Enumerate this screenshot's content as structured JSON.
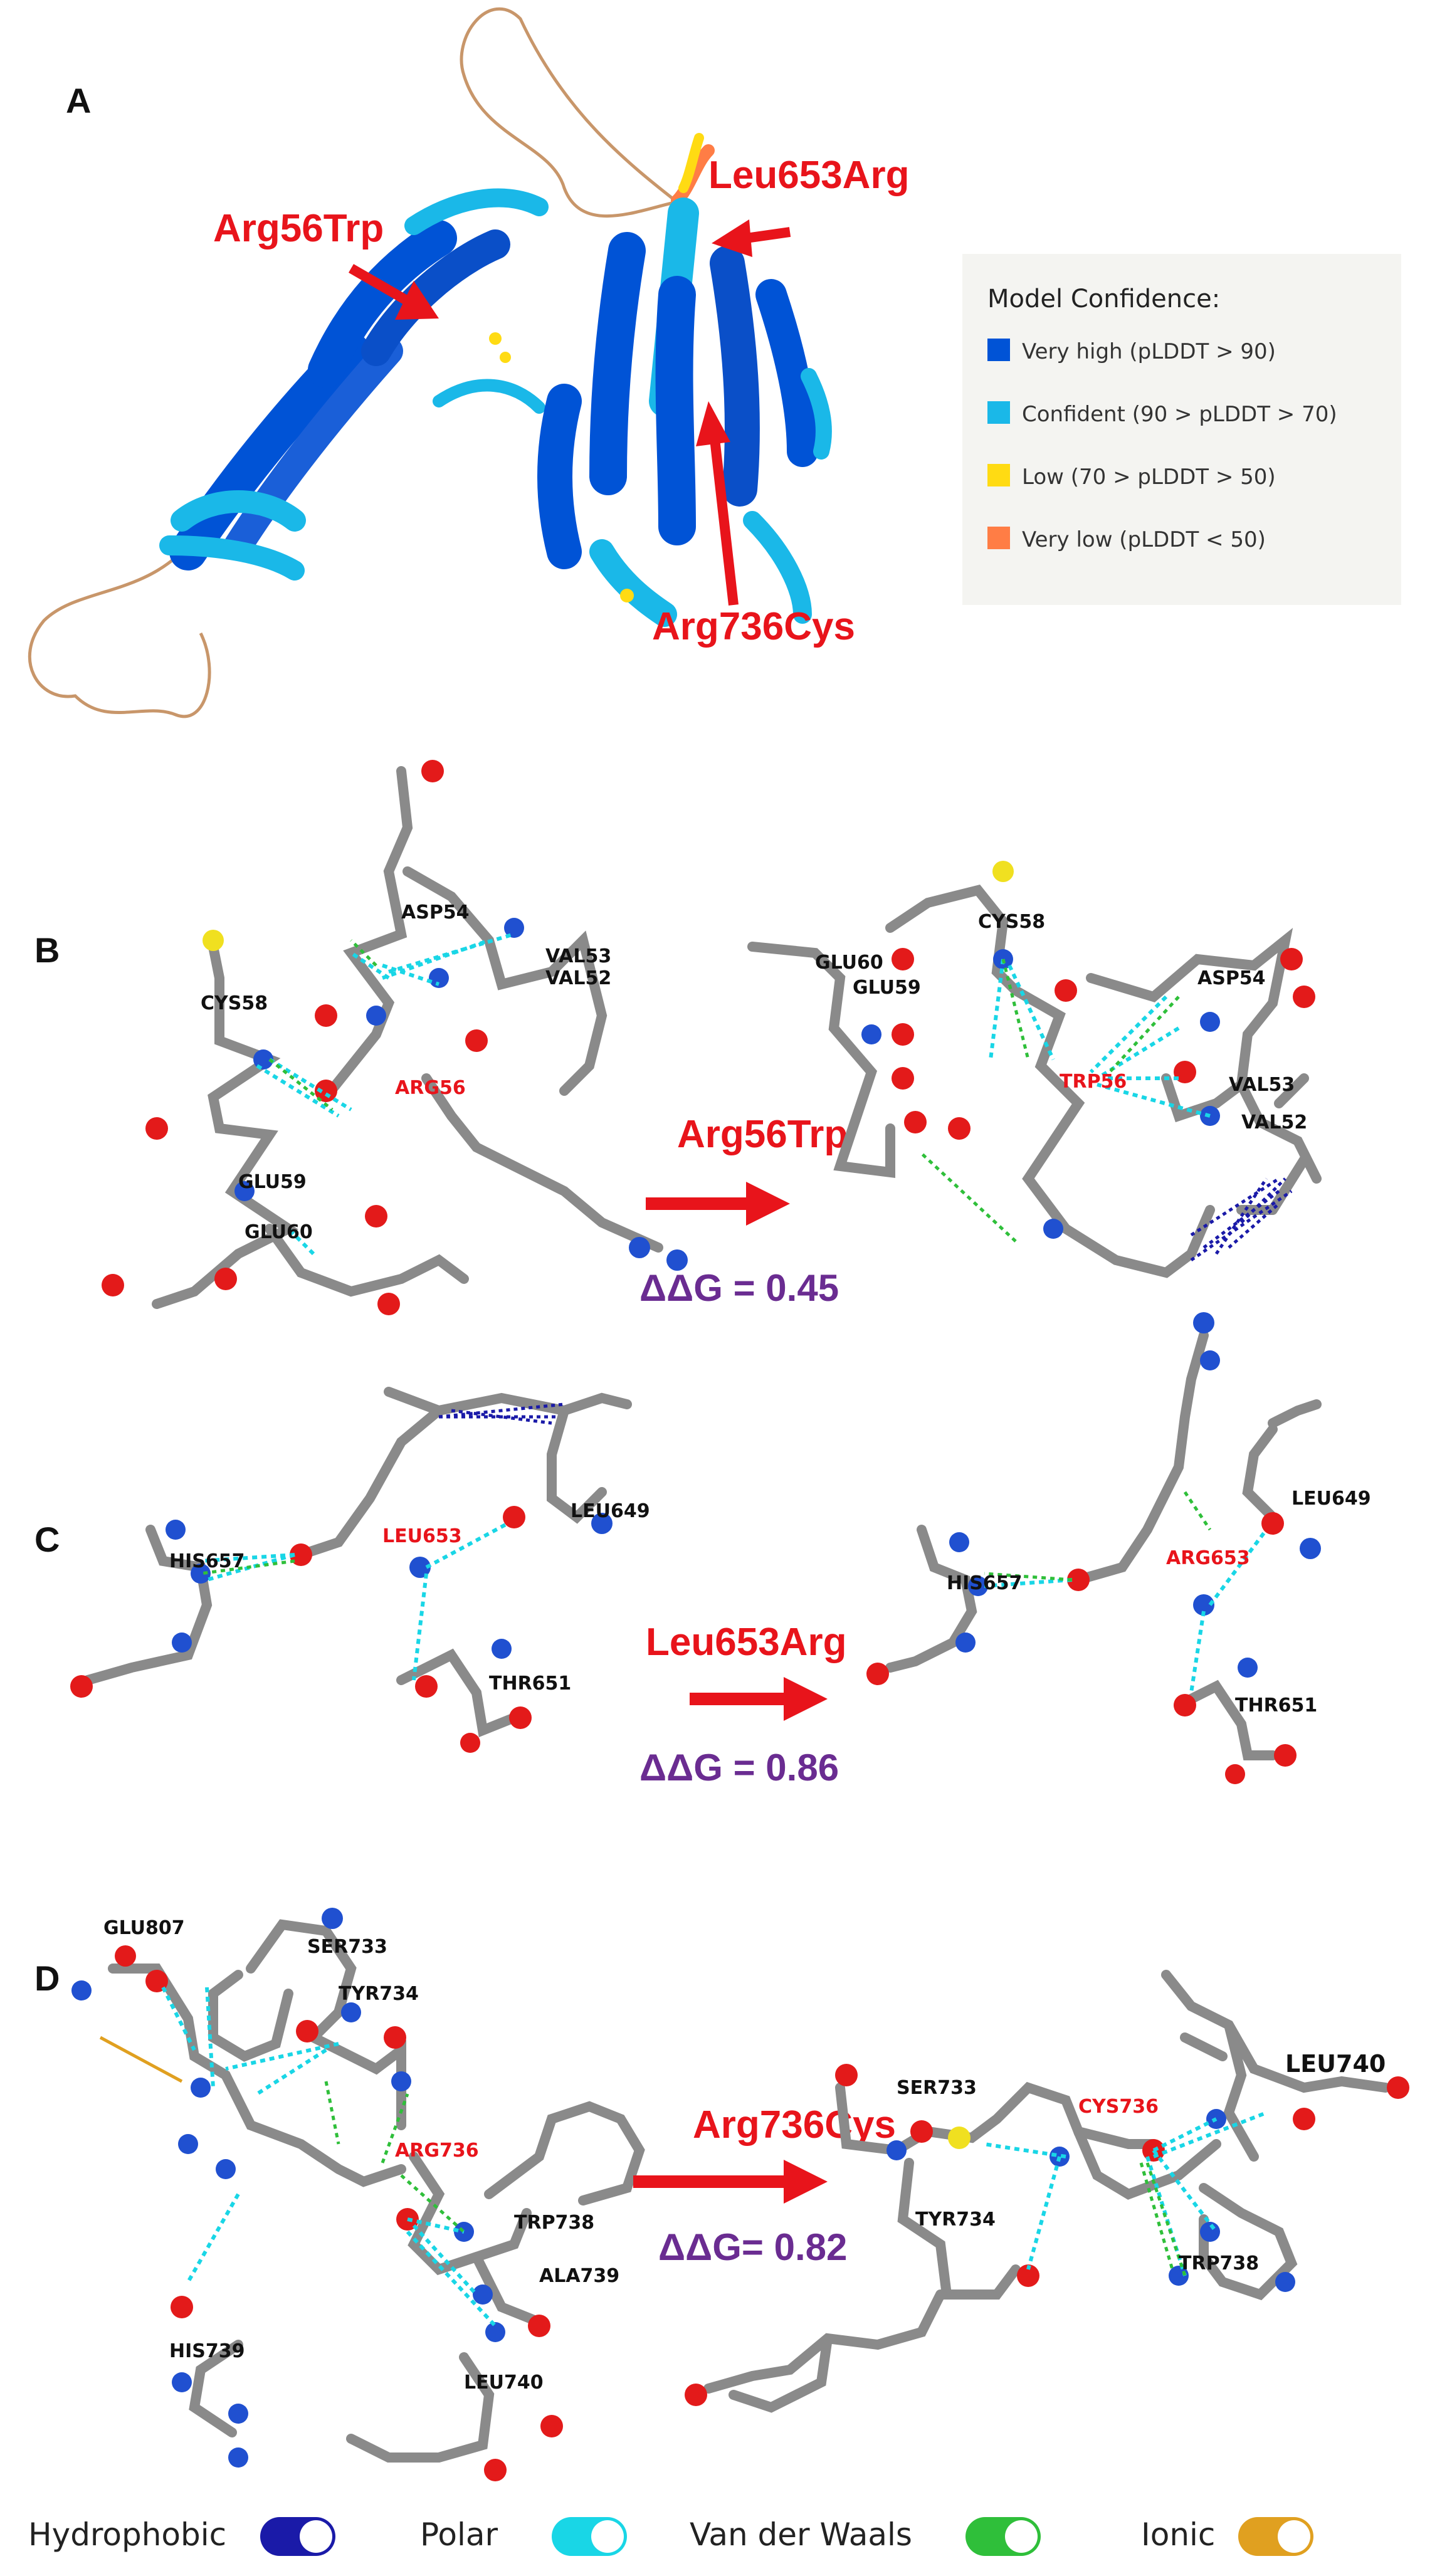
{
  "panels": {
    "a": {
      "letter": "A",
      "mutations": [
        "Arg56Trp",
        "Leu653Arg",
        "Arg736Cys"
      ],
      "legend": {
        "title": "Model Confidence:",
        "items": [
          {
            "label": "Very high (pLDDT > 90)",
            "color": "#0053d6"
          },
          {
            "label": "Confident (90 > pLDDT > 70)",
            "color": "#1ab8e8"
          },
          {
            "label": "Low (70 > pLDDT > 50)",
            "color": "#ffdb13"
          },
          {
            "label": "Very low (pLDDT < 50)",
            "color": "#ff7d45"
          }
        ]
      }
    },
    "b": {
      "letter": "B",
      "mutation": "Arg56Trp",
      "ddg": "ΔΔG = 0.45",
      "wt_residues": {
        "cys58": "CYS58",
        "asp54": "ASP54",
        "val53": "VAL53",
        "val52": "VAL52",
        "arg56": "ARG56",
        "glu59": "GLU59",
        "glu60": "GLU60"
      },
      "mut_residues": {
        "cys58": "CYS58",
        "glu60": "GLU60",
        "glu59": "GLU59",
        "asp54": "ASP54",
        "trp56": "TRP56",
        "val53": "VAL53",
        "val52": "VAL52"
      }
    },
    "c": {
      "letter": "C",
      "mutation": "Leu653Arg",
      "ddg": "ΔΔG = 0.86",
      "wt_residues": {
        "leu653": "LEU653",
        "leu649": "LEU649",
        "his657": "HIS657",
        "thr651": "THR651"
      },
      "mut_residues": {
        "his657": "HIS657",
        "arg653": "ARG653",
        "leu649": "LEU649",
        "thr651": "THR651"
      }
    },
    "d": {
      "letter": "D",
      "mutation": "Arg736Cys",
      "ddg": "ΔΔG= 0.82",
      "wt_residues": {
        "glu807": "GLU807",
        "ser733": "SER733",
        "tyr734": "TYR734",
        "arg736": "ARG736",
        "trp738": "TRP738",
        "ala739": "ALA739",
        "his739": "HIS739",
        "leu740": "LEU740"
      },
      "mut_residues": {
        "ser733": "SER733",
        "cys736": "CYS736",
        "leu740": "LEU740",
        "tyr734": "TYR734",
        "trp738": "TRP738"
      }
    }
  },
  "interaction_legend": [
    {
      "label": "Hydrophobic",
      "color": "#1a1aa8"
    },
    {
      "label": "Polar",
      "color": "#19d6e6"
    },
    {
      "label": "Van der Waals",
      "color": "#2fbf3a"
    },
    {
      "label": "Ionic",
      "color": "#e0a020"
    }
  ]
}
